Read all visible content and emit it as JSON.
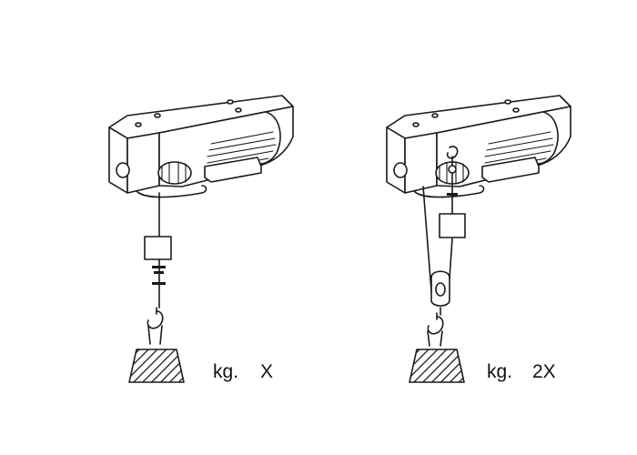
{
  "figures": [
    {
      "id": "single-line",
      "load_label": "kg.",
      "load_value": "X"
    },
    {
      "id": "double-line",
      "load_label": "kg.",
      "load_value": "2X"
    }
  ],
  "colors": {
    "ink": "#1a1a1a",
    "background": "#ffffff"
  }
}
